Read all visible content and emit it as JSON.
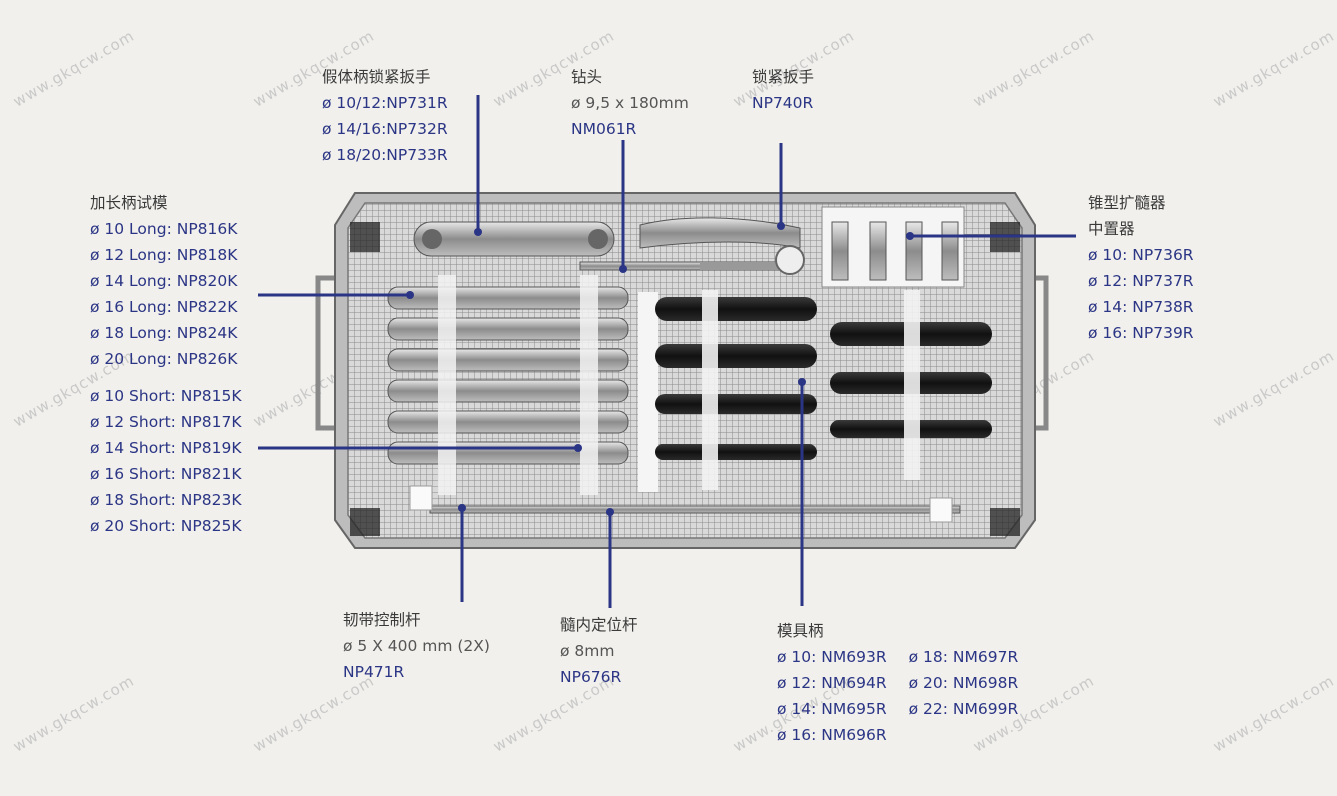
{
  "watermark": "www.gkqcw.com",
  "colors": {
    "label_blue": "#2b3585",
    "leader": "#2b3585",
    "text": "#3a3a3a",
    "bg": "#f1f0ec"
  },
  "labels": {
    "prosthesis_wrench": {
      "title": "假体柄锁紧扳手",
      "lines": [
        "ø 10/12:NP731R",
        "ø 14/16:NP732R",
        "ø 18/20:NP733R"
      ]
    },
    "drill": {
      "title": "钻头",
      "spec": "ø 9,5 x 180mm",
      "code": "NM061R"
    },
    "lock_wrench": {
      "title": "锁紧扳手",
      "code": "NP740R"
    },
    "extended_trials": {
      "title": "加长柄试模",
      "long": [
        "ø 10 Long: NP816K",
        "ø 12 Long: NP818K",
        "ø 14 Long: NP820K",
        "ø 16 Long: NP822K",
        "ø 18 Long: NP824K",
        "ø 20 Long: NP826K"
      ],
      "short": [
        "ø 10 Short: NP815K",
        "ø 12 Short: NP817K",
        "ø 14 Short: NP819K",
        "ø 16 Short: NP821K",
        "ø 18 Short: NP823K",
        "ø 20 Short: NP825K"
      ]
    },
    "conical_reamer": {
      "title1": "锥型扩髓器",
      "title2": "中置器",
      "lines": [
        "ø 10: NP736R",
        "ø 12: NP737R",
        "ø 14: NP738R",
        "ø 16: NP739R"
      ]
    },
    "ligament_rod": {
      "title": "韧带控制杆",
      "spec": "ø 5 X 400 mm (2X)",
      "code": "NP471R"
    },
    "intramedullary_rod": {
      "title": "髓内定位杆",
      "spec": "ø 8mm",
      "code": "NP676R"
    },
    "mold_handle": {
      "title": "模具柄",
      "col1": [
        "ø 10: NM693R",
        "ø 12: NM694R",
        "ø 14: NM695R",
        "ø 16: NM696R"
      ],
      "col2": [
        "ø 18: NM697R",
        "ø 20: NM698R",
        "ø 22: NM699R"
      ]
    }
  }
}
